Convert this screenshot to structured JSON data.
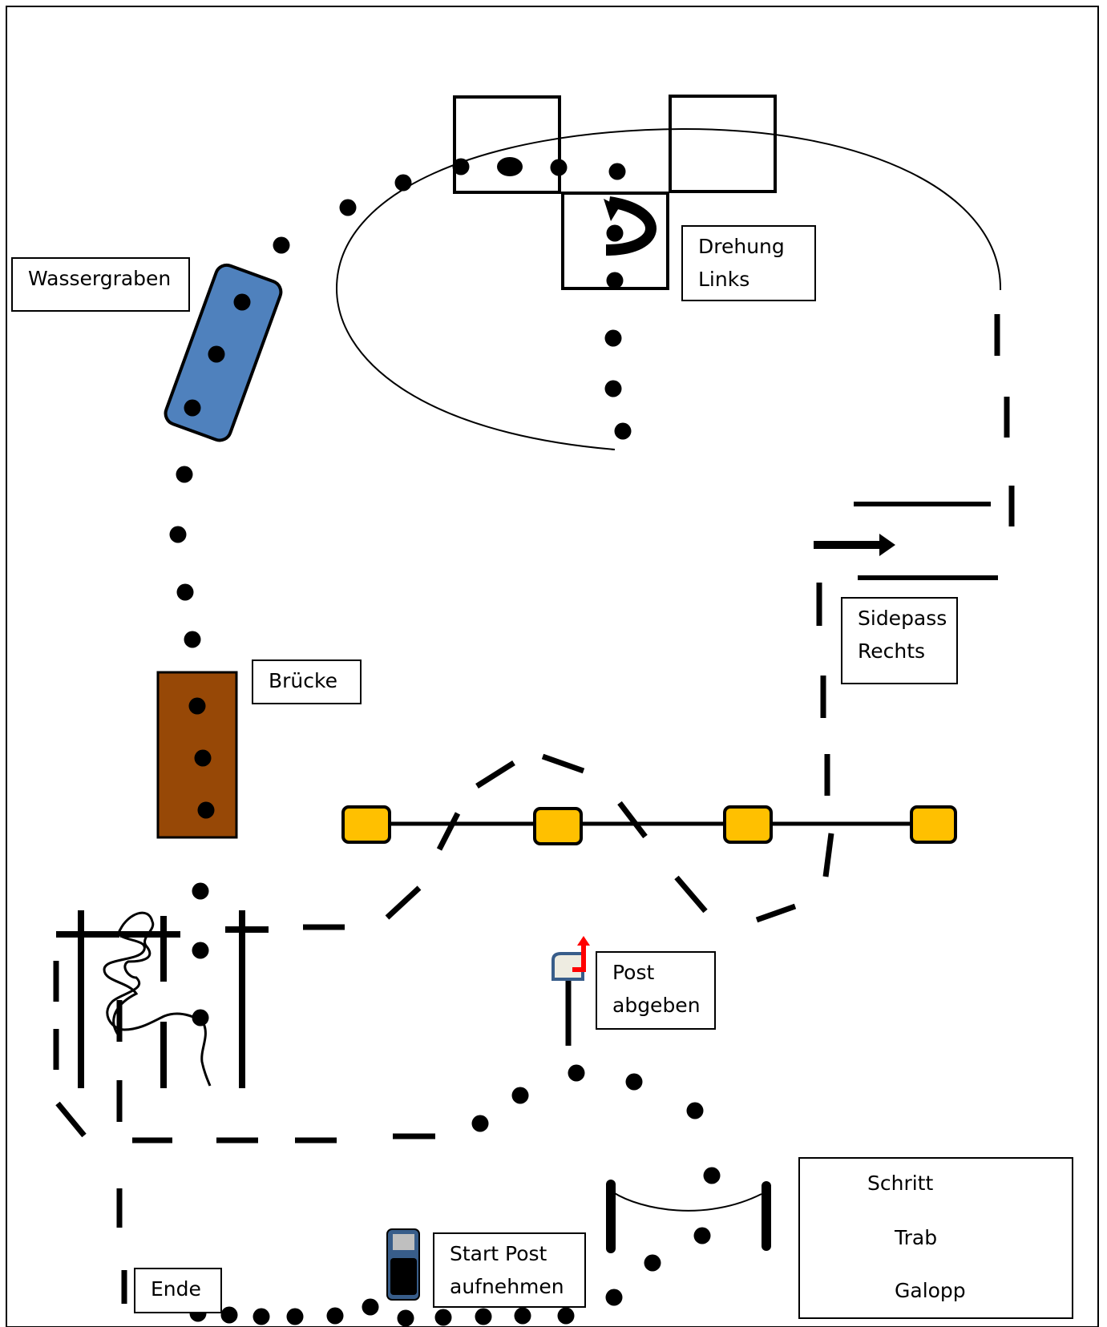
{
  "labels": {
    "wassergraben": "Wassergraben",
    "drehung_line1": "Drehung",
    "drehung_line2": "Links",
    "sidepass_line1": "Sidepass",
    "sidepass_line2": "Rechts",
    "bruecke": "Brücke",
    "post_line1": "Post",
    "post_line2": "abgeben",
    "start_line1": "Start Post",
    "start_line2": "aufnehmen",
    "ende": "Ende"
  },
  "legend": {
    "schritt": "Schritt",
    "trab": "Trab",
    "galopp": "Galopp"
  },
  "colors": {
    "wassergraben_fill": "#4f81bd",
    "bruecke_fill": "#974806",
    "cone_fill": "#ffc000",
    "mailbox_flag": "#ff0000",
    "mailbox_outline": "#385d8a",
    "phone_body": "#385d8a"
  }
}
